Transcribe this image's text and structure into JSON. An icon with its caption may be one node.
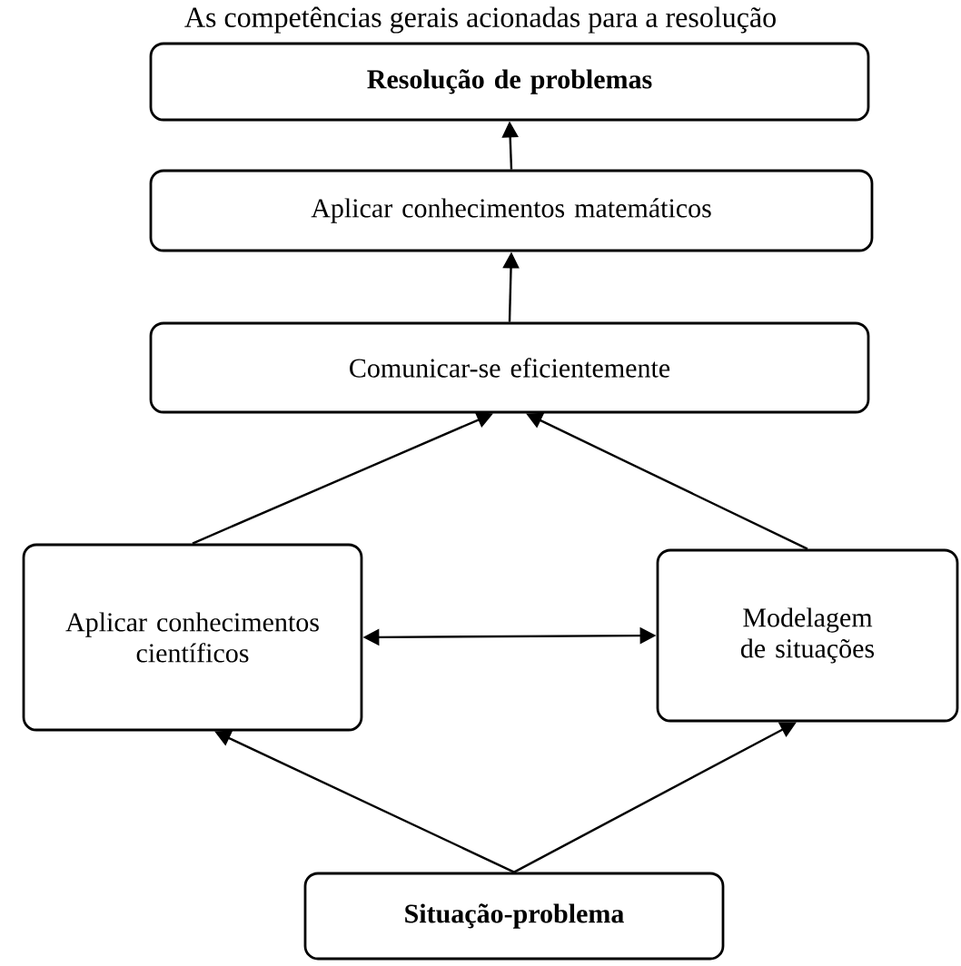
{
  "diagram": {
    "title": "As competências gerais acionadas para a resolução",
    "nodes": [
      {
        "text": [
          "Resolução de problemas"
        ]
      },
      {
        "text": [
          "Aplicar conhecimentos matemáticos"
        ]
      },
      {
        "text": [
          "Comunicar-se eficientemente"
        ]
      },
      {
        "text": [
          "Aplicar conhecimentos científicos"
        ]
      },
      {
        "text": [
          "Modelagem de situações"
        ]
      },
      {
        "text": [
          "Situação-problema"
        ]
      }
    ],
    "edges": [
      {
        "from": 1,
        "to": 0,
        "arrow": "to"
      },
      {
        "from": 2,
        "to": 1,
        "arrow": "to"
      },
      {
        "from": 3,
        "to": 2,
        "arrow": "to"
      },
      {
        "from": 4,
        "to": 2,
        "arrow": "to"
      },
      {
        "from": 3,
        "to": 4,
        "arrow": "both"
      },
      {
        "from": 5,
        "to": 3,
        "arrow": "to"
      },
      {
        "from": 5,
        "to": 4,
        "arrow": "to"
      }
    ]
  }
}
